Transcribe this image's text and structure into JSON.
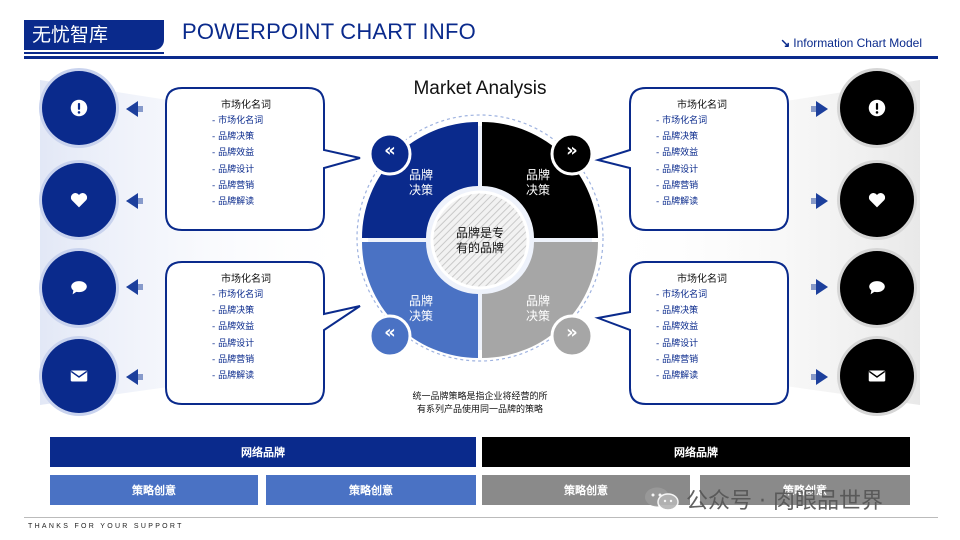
{
  "header": {
    "brand": "无忧智库",
    "title": "POWERPOINT CHART INFO",
    "right_label": "Information Chart Model",
    "right_arrow": "↘"
  },
  "main": {
    "title": "Market Analysis",
    "center": "品牌是专有的品牌",
    "center_lines": [
      "品牌是专",
      "有的品牌"
    ],
    "quadrants": [
      {
        "lines": [
          "品牌",
          "决策"
        ],
        "color": "#0a2a8c"
      },
      {
        "lines": [
          "品牌",
          "决策"
        ],
        "color": "#000000"
      },
      {
        "lines": [
          "品牌",
          "决策"
        ],
        "color": "#4a72c4"
      },
      {
        "lines": [
          "品牌",
          "决策"
        ],
        "color": "#a6a6a6"
      }
    ],
    "quote_left": "«",
    "quote_right": "»",
    "description_lines": [
      "统一品牌策略是指企业将经营的所",
      "有系列产品使用同一品牌的策略"
    ]
  },
  "callouts": [
    {
      "title": "市场化名词",
      "items": [
        "市场化名词",
        "品牌决策",
        "品牌效益",
        "品牌设计",
        "品牌营销",
        "品牌解读"
      ]
    },
    {
      "title": "市场化名词",
      "items": [
        "市场化名词",
        "品牌决策",
        "品牌效益",
        "品牌设计",
        "品牌营销",
        "品牌解读"
      ]
    },
    {
      "title": "市场化名词",
      "items": [
        "市场化名词",
        "品牌决策",
        "品牌效益",
        "品牌设计",
        "品牌营销",
        "品牌解读"
      ]
    },
    {
      "title": "市场化名词",
      "items": [
        "市场化名词",
        "品牌决策",
        "品牌效益",
        "品牌设计",
        "品牌营销",
        "品牌解读"
      ]
    }
  ],
  "icons": {
    "left": [
      "alert-icon",
      "heart-icon",
      "chat-icon",
      "mail-icon"
    ],
    "right": [
      "alert-icon",
      "heart-icon",
      "chat-icon",
      "mail-icon"
    ]
  },
  "bottom": {
    "left_header": "网络品牌",
    "right_header": "网络品牌",
    "sub_buttons": [
      "策略创意",
      "策略创意",
      "策略创意",
      "策略创意"
    ]
  },
  "watermark": "公众号 · 肉眼品世界",
  "footer": "THANKS FOR YOUR SUPPORT",
  "colors": {
    "navy": "#0a2a8c",
    "black": "#000000",
    "mid_blue": "#4a72c4",
    "gray": "#a6a6a6"
  }
}
